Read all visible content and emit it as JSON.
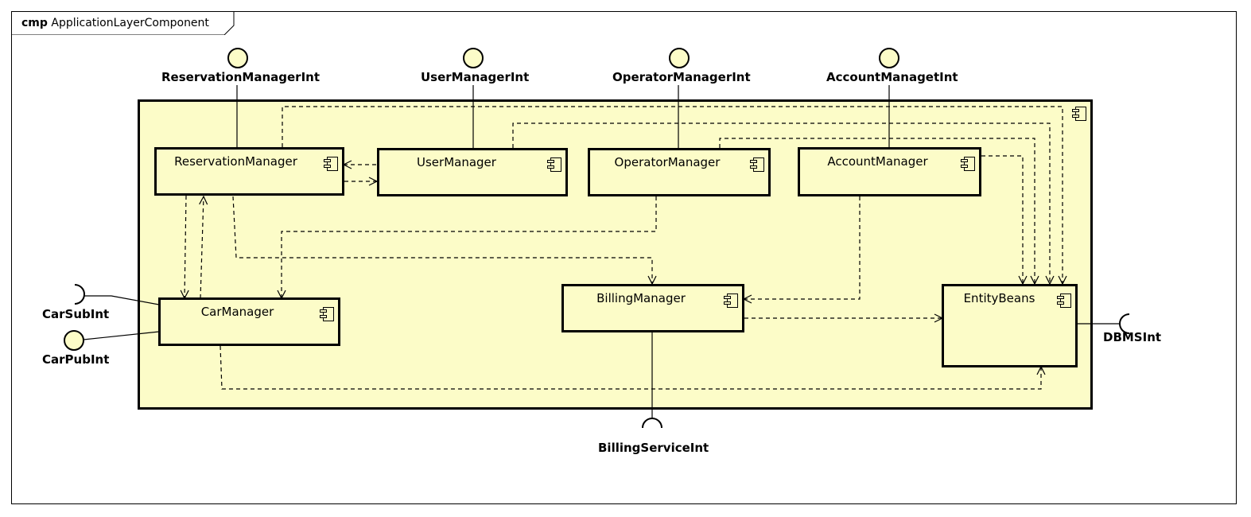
{
  "diagram": {
    "frame_keyword": "cmp",
    "frame_name": "ApplicationLayerComponent"
  },
  "components": {
    "reservation_manager": "ReservationManager",
    "user_manager": "UserManager",
    "operator_manager": "OperatorManager",
    "account_manager": "AccountManager",
    "car_manager": "CarManager",
    "billing_manager": "BillingManager",
    "entity_beans": "EntityBeans"
  },
  "interfaces": {
    "reservation_manager_int": "ReservationManagerInt",
    "user_manager_int": "UserManagerInt",
    "operator_manager_int": "OperatorManagerInt",
    "account_managet_int": "AccountManagetInt",
    "car_sub_int": "CarSubInt",
    "car_pub_int": "CarPubInt",
    "billing_service_int": "BillingServiceInt",
    "dbms_int": "DBMSInt"
  },
  "colors": {
    "fill": "#fcfcc8",
    "stroke": "#000000"
  }
}
